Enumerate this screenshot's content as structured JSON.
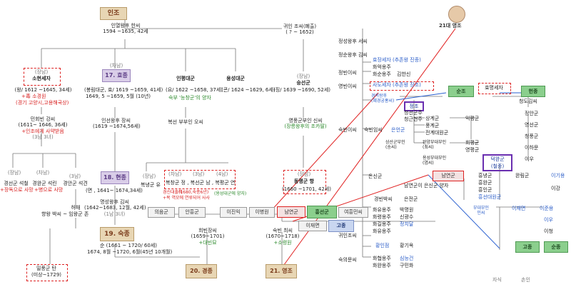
{
  "left": {
    "injo": "인조",
    "queen_name": "인열왕후 한씨",
    "queen_dates": "1594 ~1635, 42세",
    "gwiin": "귀인 조씨(폐출)",
    "gwiin_dates": "( ? ~ 1652)",
    "sohyeon_note": "(장남)",
    "sohyeon": "소현세자",
    "sohyeon_dates": "(왕/ 1612 ~1645, 34세)",
    "sohyeon_red1": "+毒 소경원",
    "sohyeon_red2": "(경기 고양시,고용해국상)",
    "hyojong_note": "(차남)",
    "hyojong": "17. 효종",
    "hyojong_d1": "(봉림대군, 효/ 1619 ~1659, 41세)",
    "hyojong_d2": "1649, 5 ~1659, 5월 (10년)",
    "inpyeong": "인평대군",
    "inpyeong_d": "(요/ 1622 ~1658, 37세)",
    "inpyeong_green": "숙부 '능창군'의 양자",
    "yongseong": "용성대군",
    "yongseong_d": "(콘/ 1624 ~1629, 6세)",
    "sungseon_note": "(장남)",
    "sungseon": "숭선군",
    "sungseon_d": "(징/ 1639 ~1690, 52세)",
    "minhoebin": "민회빈 강씨",
    "minhoebin_d": "(1611~ 1646, 36세)",
    "minhoebin_red": "+인조에게 사약받음",
    "minhoebin_sub": "(3남 3녀)",
    "inseon": "인선왕후 장씨",
    "inseon_d": "(1619 ~1674,56세)",
    "bokseon_parent": "복선 부부인 오씨",
    "yeongpung": "영풍군부인 신씨",
    "yeongpung_green": "(장릉왕후의 조카딸)",
    "s1_note": "(장남)",
    "s1": "경선군 석철",
    "s1_red": "+장독으로 사망",
    "s2_note": "(차남)",
    "s2": "경완군 석린",
    "s2_red": "+병으로 사망",
    "s3_note": "(3남)",
    "s3": "경안군 석견",
    "heochae": "허채",
    "hyeonjong": "18. 현종",
    "hyeonjong_d": "(면 , 1641~ 1674,34세)",
    "myeongseong": "명성왕후 김씨",
    "myeongseong_d1": "(1642~1683, 12월, 42세)",
    "myeongseong_d2": "(1남 3녀)",
    "bokneung_note": "(장남)",
    "bokneung": "복녕군 유",
    "pg_note1": "(차남)",
    "pg_note2": "(3남)",
    "pg_note3": "(4남)",
    "pg_line": "복창군 정 , 복선군 남 , 복평군 연",
    "pg_red1": "경신대출척",
    "pg_red2": "(1680,숙종6년)",
    "pg_red3": "+복 역모에 연루되어 사사",
    "pg_green": "(용성대군에 양자)",
    "donggung_note": "(장남)",
    "donggung": "동평군 항",
    "donggung_d": "(1660 ~1701, 42세)",
    "ueun": "의음군",
    "anheung": "안흥군",
    "ijinik": "이진익",
    "ibyeongwon": "이병원",
    "namyeon": "남연군",
    "heungseon": "흥선군",
    "yeoheungmin": "여흥민씨",
    "ijaemyeon": "이재면",
    "gojong_c": "고종",
    "hyangwang": "향왕 박씨 ~ 임왕군 존",
    "sukjong": "19. 숙종",
    "sukjong_d1": "순 (1661 ~ 1720/ 60세)",
    "sukjong_d2": "1674, 8월 ~1720, 6월(45년 10개월)",
    "hwibin": "희빈장씨",
    "hwibin_d": "(1659~1701)",
    "hwibin_g": "+대빈묘",
    "sukbin": "숙빈 최씨",
    "sukbin_d": "(1670~1718)",
    "sukbin_g": "+소령원",
    "gyeongjong": "20. 경종",
    "yeongjo": "21. 영조",
    "dongsoe": "밀풍군 탄",
    "dongsoe_d": "(미상~1729)"
  },
  "right": {
    "top_label": "21대 영조",
    "wives": [
      "정성왕후 서씨",
      "정순왕후 김씨",
      "정빈이씨",
      "영빈이씨",
      "숙빈이씨",
      "귀인조씨",
      "숙의문씨"
    ],
    "hyojang": "효장세자 (추존왕 진종)",
    "hwaeok": "화억옹주",
    "hwasun": "화순옹주",
    "kim_hansin": "김한신",
    "sado": "사도세자 (추존왕 장조)",
    "sunjo_box": "순조",
    "hyomyeong": "효명세자",
    "heonjong_box": "헌종",
    "hyeongyeong": "경의왕후\n(혜경궁홍씨)",
    "jeongjo": "정조",
    "eunseongun": "은언군",
    "eunsingun": "은신군",
    "chebinseong": "숙빈임씨",
    "sangsin": "상산군부인\n(송씨)",
    "gyeongbin": "경빈박씨",
    "eunjeon": "은전군",
    "cheongseon": "청선군주",
    "cheonggeun": "청근현주",
    "hwayu": "화유옹주",
    "hwaryeong": "화령옹주",
    "hwagil": "화길옹주",
    "hwayu2": "화유옹주",
    "hwahyeop": "화협옹주",
    "hwawan": "화완옹주",
    "hwajeong": "화평옹주",
    "bak_myeongwon": "박명원",
    "sin_gwangsu": "신광수",
    "jeong_chidal": "정치달",
    "hwangin": "황인점",
    "hwanggiok": "황기옥",
    "sim_neunggeon": "심능건",
    "gu_minhwa": "구민화",
    "sanggyegun": "상계군",
    "punggyegun": "풍계군",
    "jeongye": "전계대원군",
    "ikpyeong": "익평군",
    "wanyang": "완양부대부인\n(최씨)",
    "yongseong2": "용성부대부인\n(염씨)",
    "hoepyeong": "회평군",
    "yeongpyeong": "영평군",
    "cheolsin": "덕완군\n(철종)",
    "cheolbox": "(철종)",
    "cheongdo": "청도김씨",
    "jeongan": "정안군",
    "yeongseon": "영선군",
    "cheongpung": "청풍군",
    "ihamun": "이하문",
    "iu": "이우",
    "jongyong": "흥녕군",
    "heungwan": "흥완군",
    "heungin": "흥인군",
    "heungseon2": "흥선대원군",
    "wanrim": "완림군",
    "igiyong": "이기용",
    "igang": "이강",
    "namyeon2": "남연군",
    "namyeon_line": "남연군이 은신군 양자",
    "budae": "부대부인\n민씨",
    "ijaemyeon2": "이재면",
    "ijunyong": "이준용",
    "iu2": "이우",
    "ichung": "이청",
    "gojong_box": "고종",
    "sunjong_box": "순종",
    "footer1": "자식",
    "footer2": "손인"
  }
}
